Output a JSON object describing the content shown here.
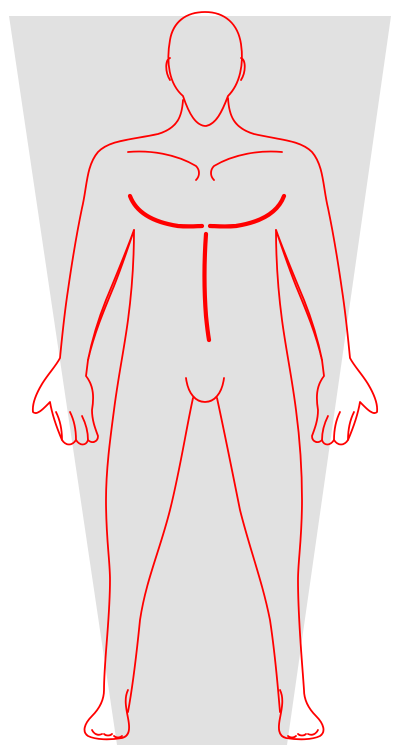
{
  "colors": {
    "background": "#ffffff",
    "backdrop": "#e1e1e1",
    "outline": "#ff0000"
  },
  "figure": {
    "subject": "human-body-outline",
    "view": "front",
    "backdrop_shape": "trapezoid"
  }
}
